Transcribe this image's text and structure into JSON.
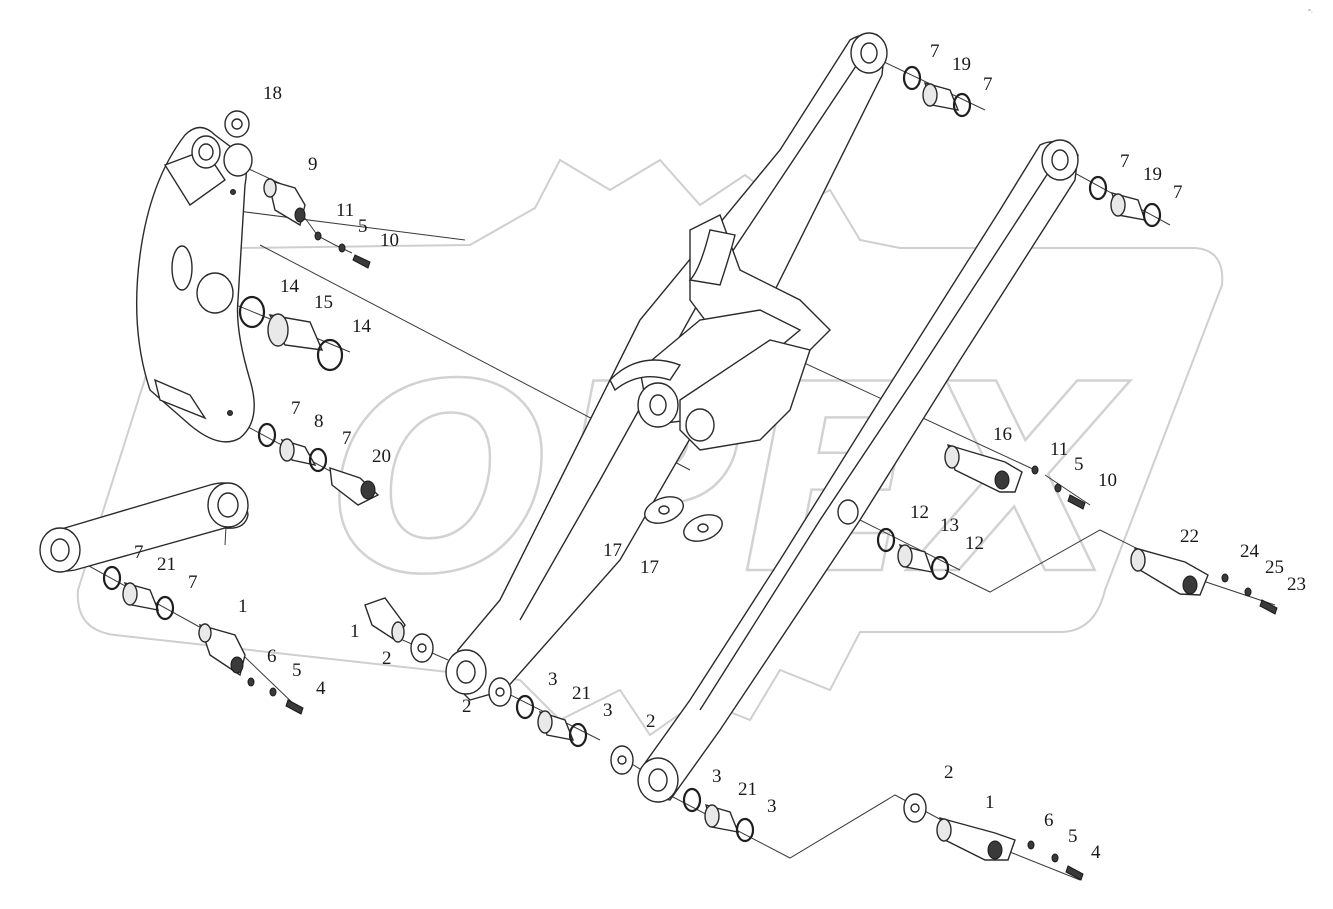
{
  "watermark": {
    "text": "OPEX",
    "color": "#cfcfcf"
  },
  "corner_mark": "°·",
  "callouts": {
    "c18": "18",
    "c9": "9",
    "c11a": "11",
    "c5a": "5",
    "c10a": "10",
    "c14a": "14",
    "c15": "15",
    "c14b": "14",
    "c7a": "7",
    "c8": "8",
    "c7b": "7",
    "c20": "20",
    "c7c": "7",
    "c21a": "21",
    "c7d": "7",
    "c1a": "1",
    "c6a": "6",
    "c5b": "5",
    "c4a": "4",
    "c1b": "1",
    "c2a": "2",
    "c2b": "2",
    "c3a": "3",
    "c21b": "21",
    "c3b": "3",
    "c17a": "17",
    "c17b": "17",
    "c7e": "7",
    "c19a": "19",
    "c7f": "7",
    "c7g": "7",
    "c19b": "19",
    "c7h": "7",
    "c16": "16",
    "c11b": "11",
    "c5c": "5",
    "c10b": "10",
    "c12a": "12",
    "c13": "13",
    "c12b": "12",
    "c22": "22",
    "c24": "24",
    "c25": "25",
    "c23": "23",
    "c2c": "2",
    "c3c": "3",
    "c21c": "21",
    "c3d": "3",
    "c2d": "2",
    "c1c": "1",
    "c6b": "6",
    "c5d": "5",
    "c4b": "4"
  }
}
